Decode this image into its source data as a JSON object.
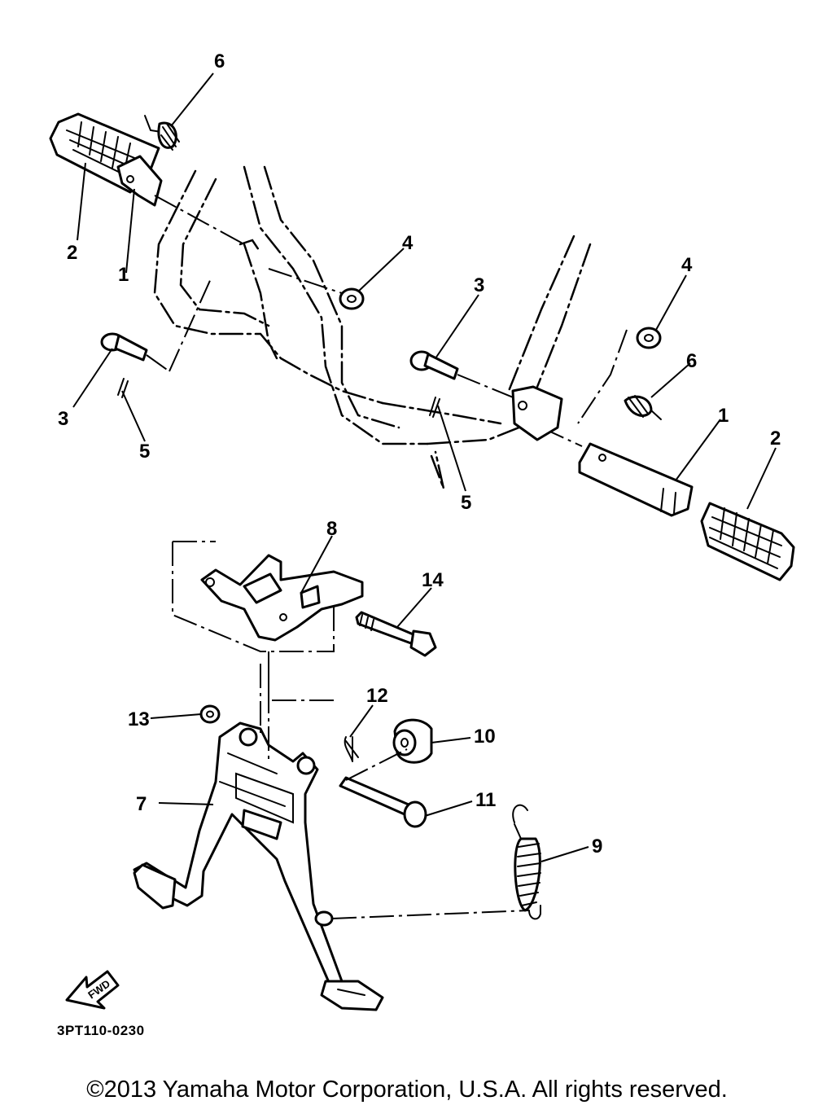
{
  "callouts": {
    "c1_left": "1",
    "c1_right": "1",
    "c2_left": "2",
    "c2_right": "2",
    "c3_left": "3",
    "c3_right": "3",
    "c4_left": "4",
    "c4_right": "4",
    "c5_left": "5",
    "c5_right": "5",
    "c6_left": "6",
    "c6_right": "6",
    "c7": "7",
    "c8": "8",
    "c9": "9",
    "c10": "10",
    "c11": "11",
    "c12": "12",
    "c13": "13",
    "c14": "14"
  },
  "fwd_label": "FWD",
  "diagram_code": "3PT110-0230",
  "copyright": "©2013 Yamaha Motor Corporation, U.S.A. All rights reserved."
}
